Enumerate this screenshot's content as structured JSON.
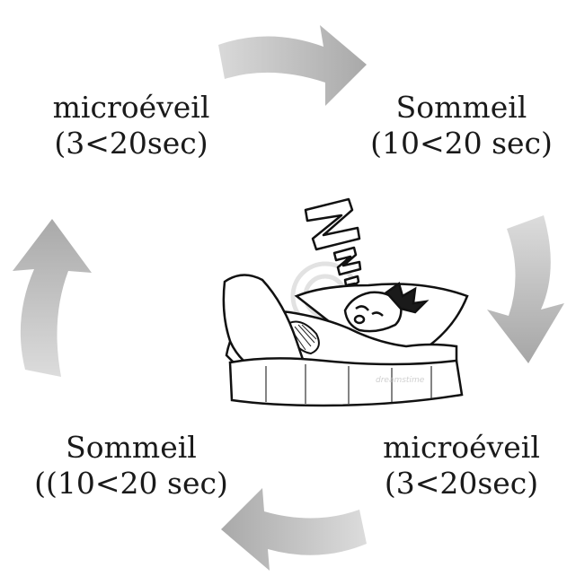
{
  "diagram": {
    "stages": [
      {
        "id": "top-left",
        "line1": "microéveil",
        "line2": "(3<20sec)"
      },
      {
        "id": "top-right",
        "line1": "Sommeil",
        "line2": "(10<20 sec)"
      },
      {
        "id": "bottom-right",
        "line1": "microéveil",
        "line2": "(3<20sec)"
      },
      {
        "id": "bottom-left",
        "line1": "Sommeil",
        "line2": "((10<20 sec)"
      }
    ],
    "arrow_color": "#b3b3b3",
    "arrow_shade": "#d9d9d9",
    "illustration": {
      "icon": "sleeping-man-illustration",
      "snore_icon": "zzz-icon",
      "watermark_text": "dreamstime"
    }
  }
}
